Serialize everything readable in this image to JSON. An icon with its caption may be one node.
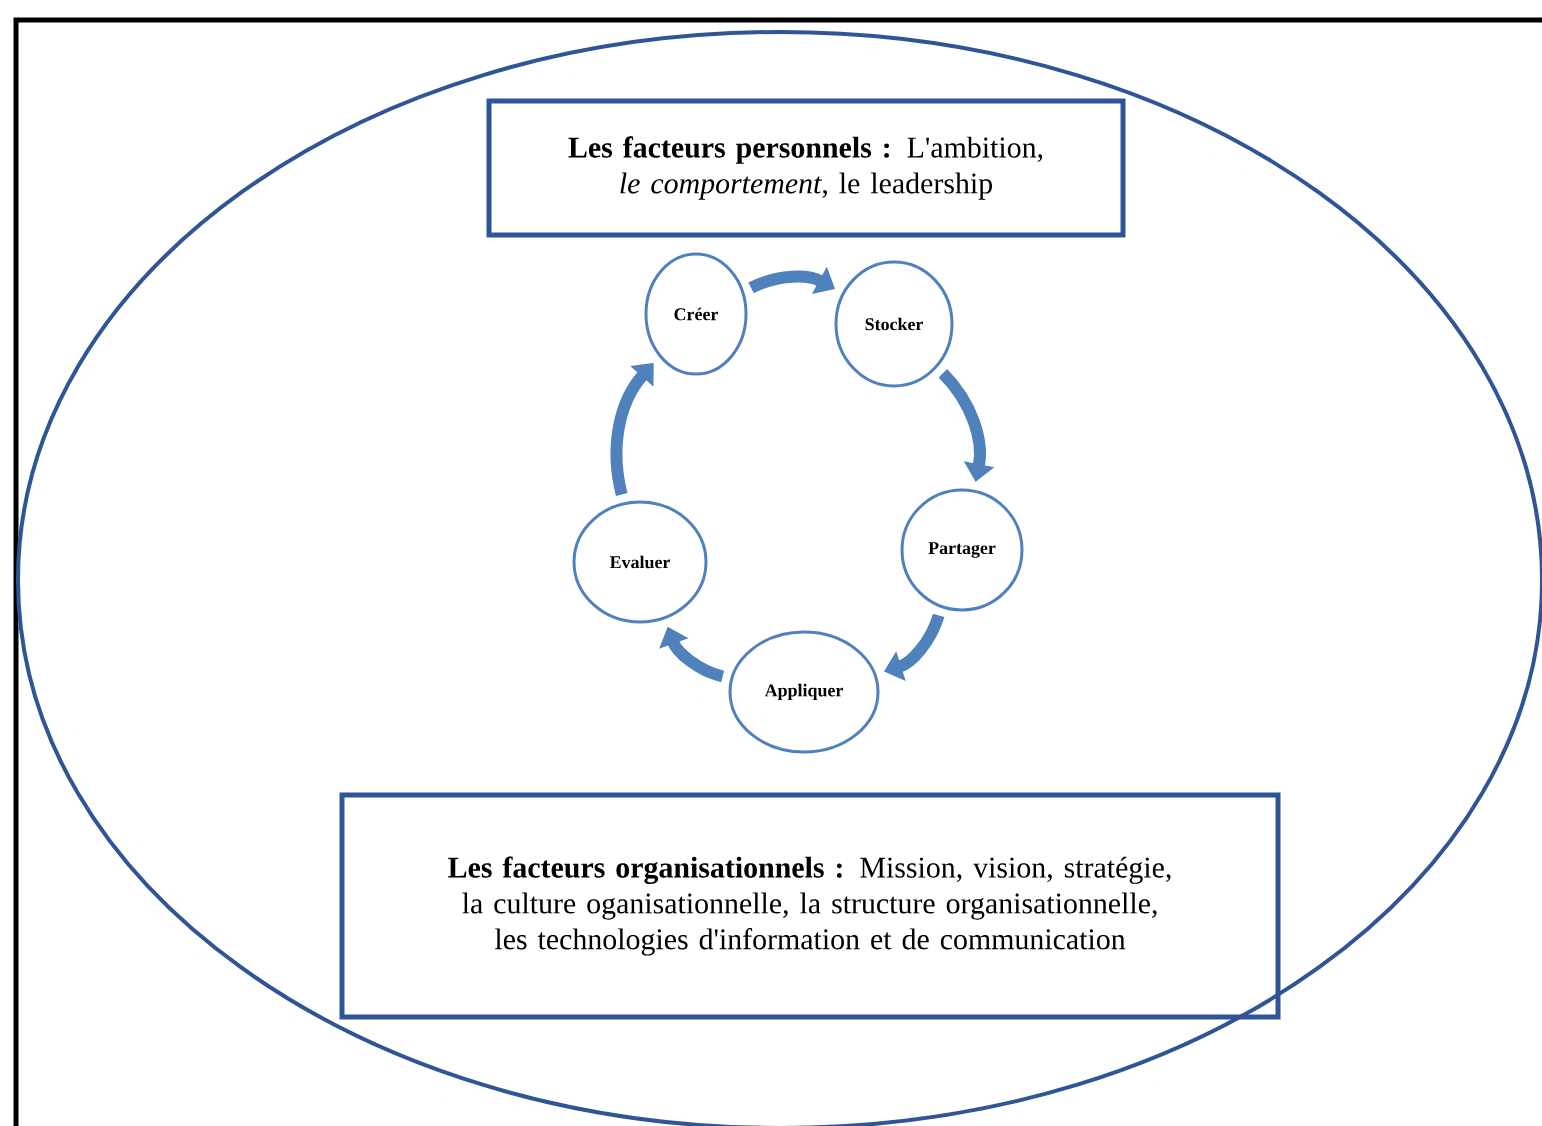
{
  "diagram": {
    "nodes": [
      {
        "text": [],
        "shape": "ellipse"
      },
      {
        "text": [
          "**Les facteurs personnels :** L'ambition, *le comportement*, le leadership"
        ],
        "in": 0
      },
      {
        "text": [
          "Créer"
        ],
        "in": 0
      },
      {
        "text": [
          "Stocker"
        ],
        "in": 0
      },
      {
        "text": [
          "Partager"
        ],
        "in": 0
      },
      {
        "text": [
          "Appliquer"
        ],
        "in": 0
      },
      {
        "text": [
          "Evaluer"
        ],
        "in": 0
      },
      {
        "text": [
          "**Les facteurs organisationnels :** Mission, vision, stratégie, la culture oganisationnelle, la structure organisationnelle, les technologies d'information et de communication"
        ],
        "in": 0
      }
    ],
    "edges": [
      {
        "from": 2,
        "to": 3,
        "arrow": "to"
      },
      {
        "from": 3,
        "to": 4,
        "arrow": "to"
      },
      {
        "from": 4,
        "to": 5,
        "arrow": "to"
      },
      {
        "from": 5,
        "to": 6,
        "arrow": "to"
      },
      {
        "from": 6,
        "to": 2,
        "arrow": "to"
      }
    ]
  }
}
